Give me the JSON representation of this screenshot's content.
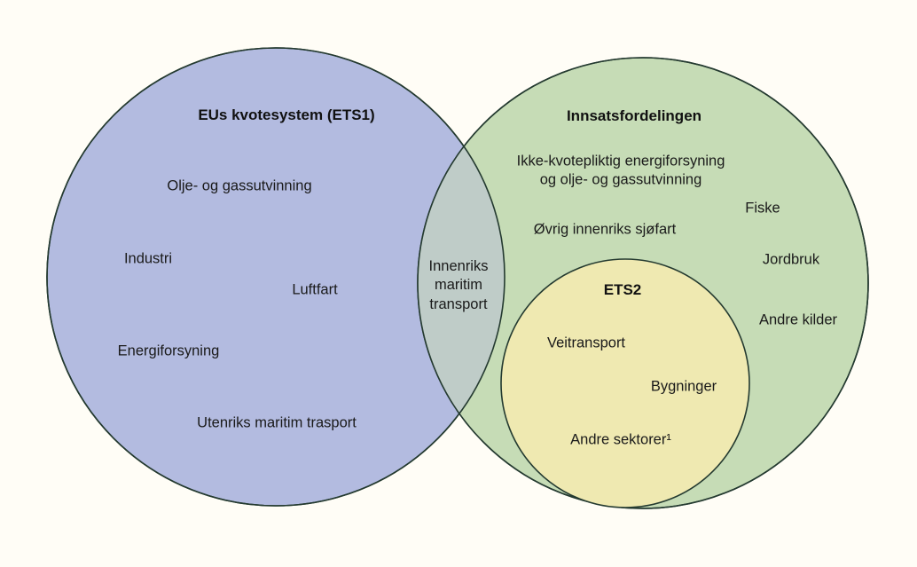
{
  "colors": {
    "background": "#FFFDF6",
    "ets1_fill": "#B3BBE0",
    "innsats_fill": "#C6DCB6",
    "overlap_fill": "#BFCCC8",
    "ets2_fill": "#EFE9B1",
    "stroke": "#243A30"
  },
  "diagram": {
    "ets1": {
      "title": "EUs kvotesystem (ETS1)",
      "items": [
        "Olje- og gassutvinning",
        "Industri",
        "Luftfart",
        "Energiforsyning",
        "Utenriks maritim trasport"
      ]
    },
    "overlap": {
      "label": "Innenriks\nmaritim\ntransport"
    },
    "innsats": {
      "title": "Innsatsfordelingen",
      "items": [
        "Ikke-kvotepliktig energiforsyning\nog olje- og gassutvinning",
        "Øvrig innenriks sjøfart",
        "Fiske",
        "Jordbruk",
        "Andre kilder"
      ]
    },
    "ets2": {
      "title": "ETS2",
      "items": [
        "Veitransport",
        "Bygninger",
        "Andre sektorer¹"
      ]
    }
  }
}
